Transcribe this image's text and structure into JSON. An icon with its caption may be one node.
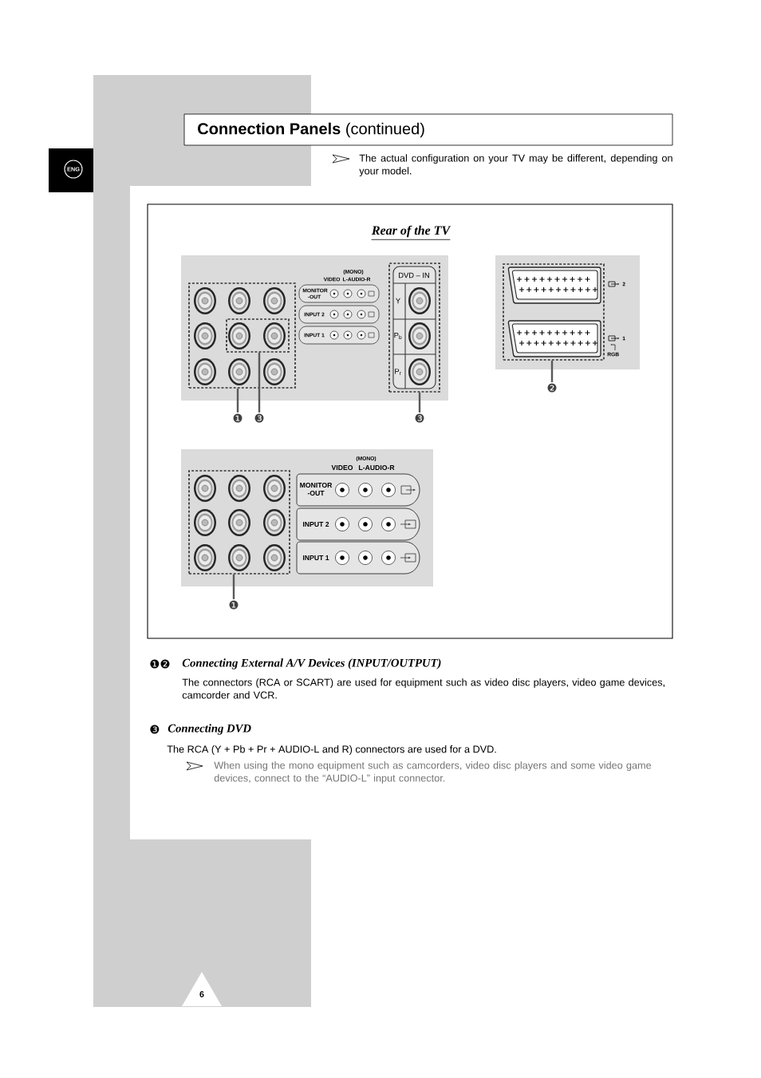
{
  "diagram": {
    "title": "**Connection Panels** (continued)",
    "nodes": [
      {
        "text": [],
        "shape": "box"
      },
      {
        "text": [],
        "shape": "box",
        "in": 0
      },
      {
        "text": [
          "DVD – IN",
          "Y",
          "P$_{b}$",
          "P$_{r}$"
        ]
      },
      {
        "text": [],
        "shape": "box"
      },
      {
        "text": [
          "❶"
        ]
      },
      {
        "text": [
          "❸"
        ]
      },
      {
        "text": [
          "❸"
        ]
      },
      {
        "text": [
          "❷"
        ]
      },
      {
        "text": [],
        "shape": "box"
      },
      {
        "text": [
          "❶"
        ]
      }
    ],
    "edges": [
      {
        "from": 4,
        "to": 0,
        "arrow": "none"
      },
      {
        "from": 5,
        "to": 1,
        "arrow": "none"
      },
      {
        "from": 6,
        "to": 2,
        "arrow": "none"
      },
      {
        "from": 7,
        "to": 3,
        "arrow": "none"
      },
      {
        "from": 9,
        "to": 8,
        "arrow": "none"
      }
    ],
    "labels": [
      "ENG",
      "The actual configuration on your TV may be different, depending on your model.",
      "Rear of the TV",
      "VIDEO",
      "(MONO)",
      "L-AUDIO-R",
      "MONITOR -OUT",
      "INPUT 2",
      "INPUT 1",
      "2",
      "1",
      "RGB",
      "VIDEO",
      "(MONO)",
      "L-AUDIO-R",
      "MONITOR -OUT",
      "INPUT 2",
      "INPUT 1",
      "❶❷",
      "Connecting External A/V Devices (INPUT/OUTPUT)",
      "The connectors (RCA or SCART) are used for equipment such as video disc players, video game devices, camcorder and VCR.",
      "❸",
      "Connecting DVD",
      "The RCA (Y + Pb + Pr + AUDIO-L and R) connectors are used for a DVD.",
      "When using the mono equipment such as camcorders, video disc players and some video game devices, connect to the “AUDIO-L” input connector.",
      "6"
    ]
  }
}
